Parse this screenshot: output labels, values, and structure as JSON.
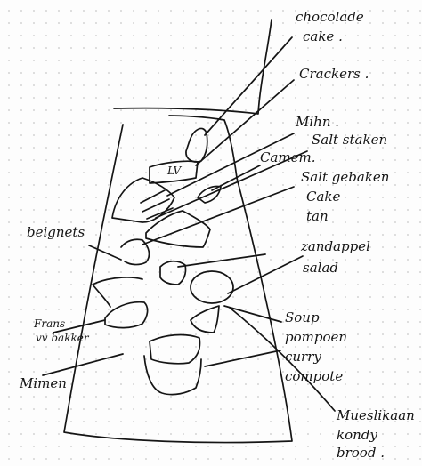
{
  "annotations": {
    "chocolate_cake": [
      "chocolade",
      "cake ."
    ],
    "crackers": "Crackers .",
    "mihn": "Mihn .",
    "salt": "Salt staken",
    "camembert": "Camem.",
    "salt_cake": [
      "Salt gebaken",
      "Cake",
      "tan"
    ],
    "salad": [
      "zandappel",
      "salad"
    ],
    "beignets": "beignets",
    "vegetables": [
      "Frans",
      "vv bakker"
    ],
    "mimen": "Mimen",
    "soup": [
      "Soup",
      "pompoen",
      "curry",
      "compote"
    ],
    "bread": [
      "Mueslikaan",
      "kondy",
      "brood ."
    ]
  },
  "lv_mark": "LV"
}
